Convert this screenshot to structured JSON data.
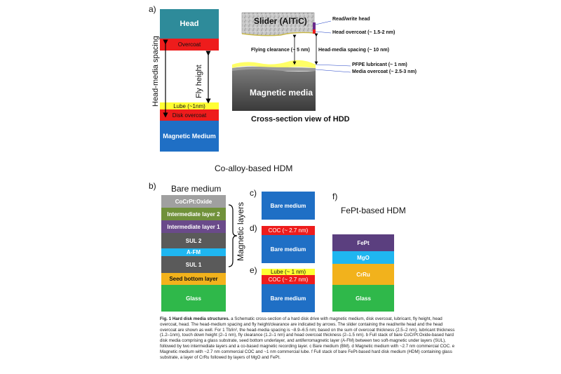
{
  "panel_a": {
    "label": "a)",
    "stack": {
      "head": "Head",
      "overcoat": "Overcoat",
      "lube": "Lube (~1nm)",
      "disk_overcoat": "Disk overcoat",
      "magnetic_medium": "Magnetic Medium"
    },
    "head_media_spacing_label": "Head-media spacing",
    "fly_height_label": "Fly height",
    "hdd": {
      "slider": "Slider (AlTiC)",
      "read_write_head": "Read/write head",
      "head_overcoat": "Head overcoat (~ 1.5-2 nm)",
      "flying_clearance": "Flying clearance (~ 5 nm)",
      "head_media_spacing": "Head-media spacing (~ 10 nm)",
      "pfpe": "PFPE lubricant (~ 1 nm)",
      "media_overcoat": "Media overcoat (~ 2.5-3 nm)",
      "magnetic_media": "Magnetic media",
      "title": "Cross-section view of HDD"
    }
  },
  "co_alloy_title": "Co-alloy-based HDM",
  "panel_b": {
    "label": "b)",
    "title": "Bare medium",
    "layers": [
      "CoCrPt:Oxide",
      "Intermediate layer 2",
      "Intermediate layer 1",
      "SUL 2",
      "A-FM",
      "SUL 1",
      "Seed bottom layer",
      "Glass"
    ],
    "magnetic_layers_label": "Magnetic layers"
  },
  "panel_c": {
    "label": "c)",
    "layers": [
      "Bare medium"
    ]
  },
  "panel_d": {
    "label": "d)",
    "layers": [
      "COC (~ 2.7 nm)",
      "Bare medium"
    ]
  },
  "panel_e": {
    "label": "e)",
    "layers": [
      "Lube (~ 1 nm)",
      "COC (~ 2.7 nm)",
      "Bare medium"
    ]
  },
  "panel_f": {
    "label": "f)",
    "title": "FePt-based HDM",
    "layers": [
      "FePt",
      "MgO",
      "CrRu",
      "Glass"
    ]
  },
  "caption": {
    "bold_title": "Fig. 1 Hard disk media structures.",
    "text": "a Schematic cross-section of a hard disk drive with magnetic medium, disk overcoat, lubricant, fly height, head overcoat, head. The head-medium spacing and fly height/clearance are indicated by arrows. The slider containing the read/write head and the head overcoat are shown as well. For 1 Tb/in², the head-media spacing is ~8.9–6.5 nm; based on the sum of overcoat thickness (2.5–2 nm), lubricant thickness (1.2–1nm), touch down height (2–1 nm), fly clearance (1.2–1 nm) and head overcoat thickness (2–1.5 nm). b Full stack of bare CoCrPt:Oxide-based hard disk media comprising a glass substrate, seed bottom underlayer, and antiferromagnetic layer (A-FM) between two soft-magnetic under layers (SUL), followed by two intermediate layers and a co-based magnetic recording layer. c Bare medium (BM). d Magnetic medium with ~2.7 nm commercial COC. e Magnetic medium with ~2.7 nm commercial COC and ~1 nm commercial lube. f Full stack of bare FePt-based hard disk medium (HDM) containing glass substrate, a layer of CrRu followed by layers of MgO and FePt."
  },
  "colors": {
    "head": "#2e8b9a",
    "overcoat": "#ee1c1c",
    "lube": "#ffff33",
    "blue": "#1f6fc5",
    "grey": "#a0a0a0",
    "green_layer": "#70913a",
    "purple": "#6a4a8a",
    "sul": "#5a5a5a",
    "afm": "#1fb6f0",
    "seed": "#f2b21c",
    "glass": "#2fb84a",
    "fept": "#5b3f7f",
    "mgo": "#1fb6f0",
    "crru": "#f2b21c"
  }
}
